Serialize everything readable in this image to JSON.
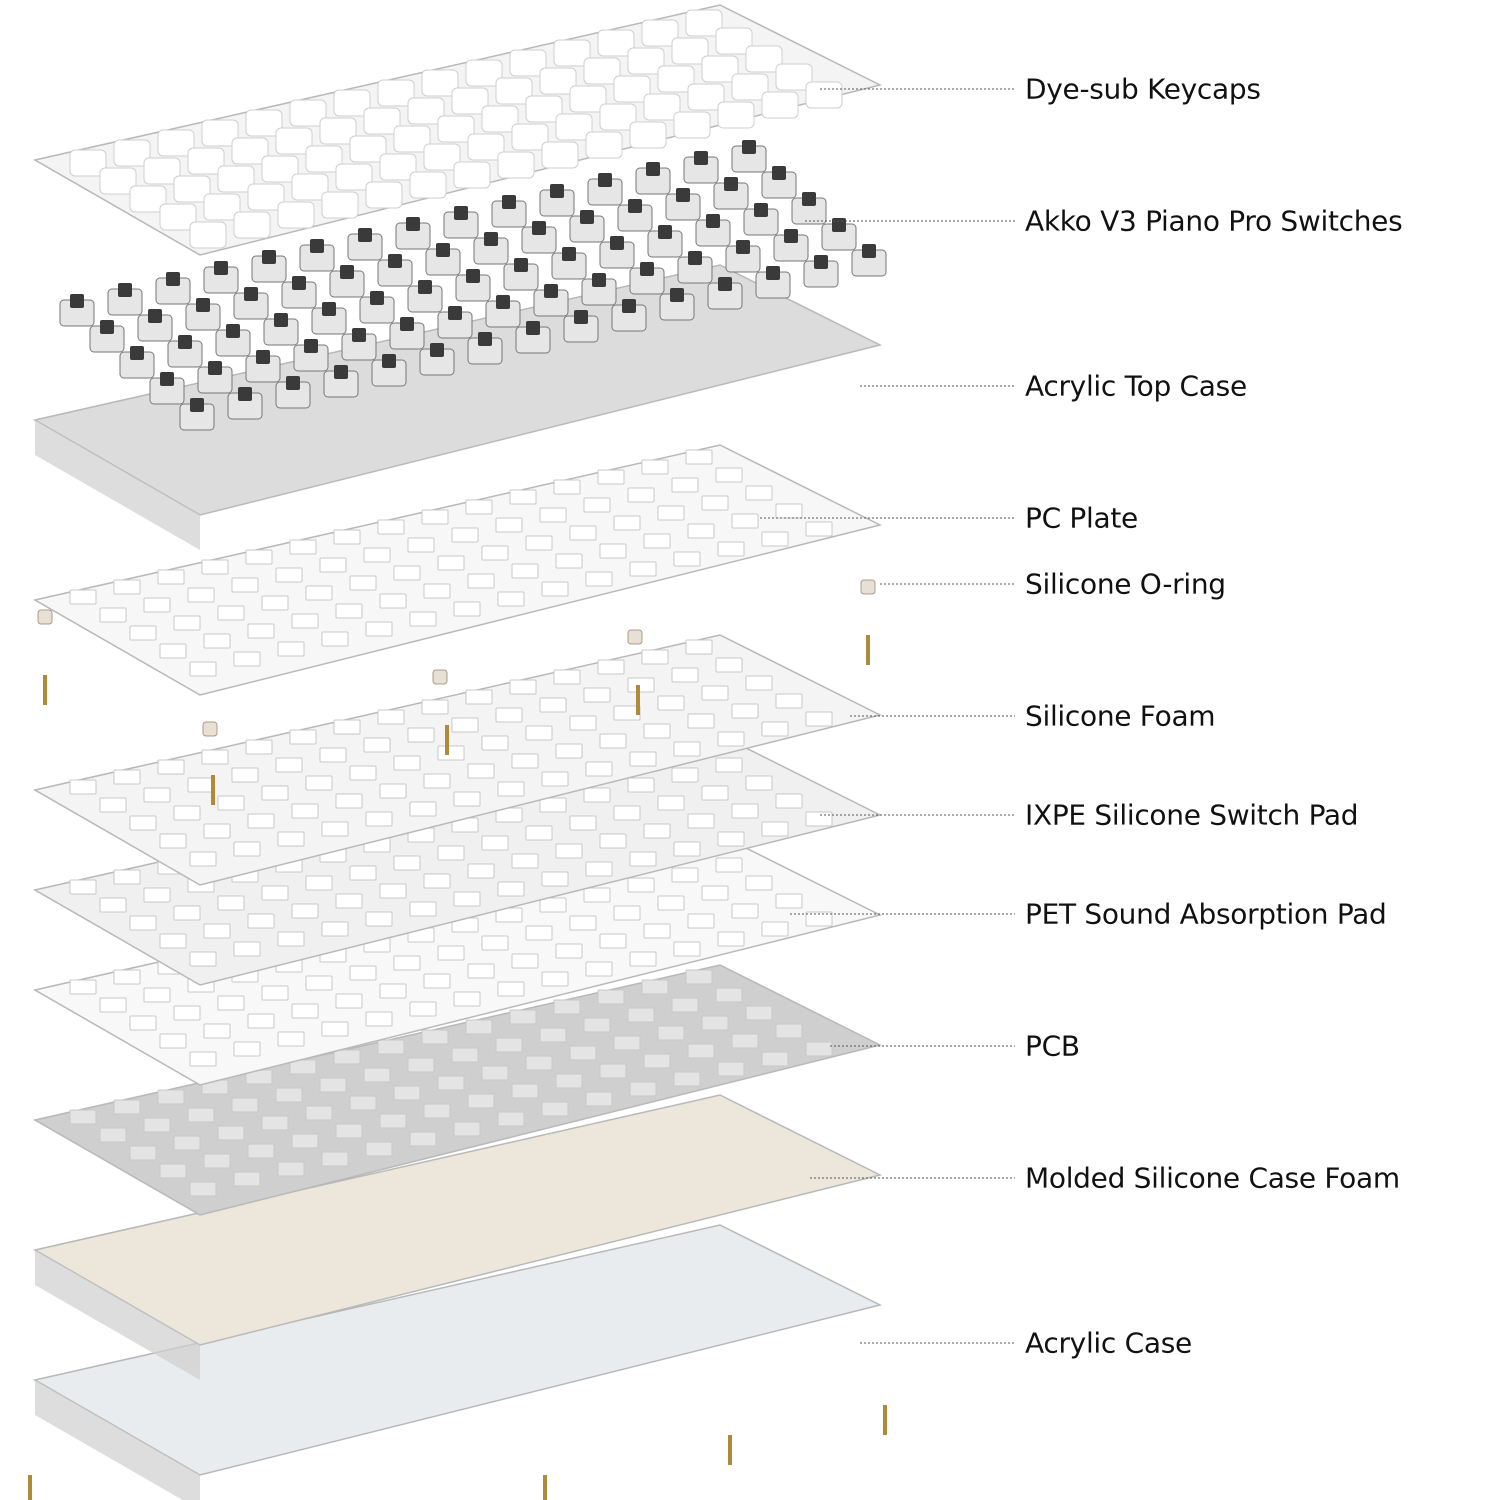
{
  "diagram": {
    "title": "Keyboard exploded view",
    "layers": [
      {
        "label": "Dye-sub Keycaps",
        "color": "#f4f4f4"
      },
      {
        "label": "Akko V3 Piano Pro Switches",
        "color": "#3a3a3a"
      },
      {
        "label": "Acrylic Top Case",
        "color": "#dcdcdc"
      },
      {
        "label": "PC Plate",
        "color": "#f7f7f7"
      },
      {
        "label": "Silicone O-ring",
        "color": "#e8e0d4"
      },
      {
        "label": "Silicone Foam",
        "color": "#f4f4f4"
      },
      {
        "label": "IXPE Silicone Switch Pad",
        "color": "#f0f0f0"
      },
      {
        "label": "PET Sound Absorption Pad",
        "color": "#f8f8f8"
      },
      {
        "label": "PCB",
        "color": "#cfcfcf"
      },
      {
        "label": "Molded Silicone Case Foam",
        "color": "#ece7da"
      },
      {
        "label": "Acrylic Case",
        "color": "#e9ecef"
      }
    ]
  }
}
